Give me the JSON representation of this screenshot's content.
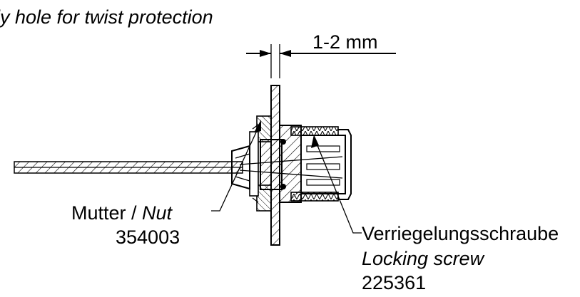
{
  "drawing": {
    "header_fragment": "ly hole for twist protection",
    "dimension": {
      "value": "1-2 mm"
    },
    "nut": {
      "label_de": "Mutter / ",
      "label_en": "Nut",
      "part_number": "354003"
    },
    "locking_screw": {
      "label_de": "Verriegelungsschraube",
      "label_en": "Locking screw",
      "part_number": "225361"
    }
  }
}
